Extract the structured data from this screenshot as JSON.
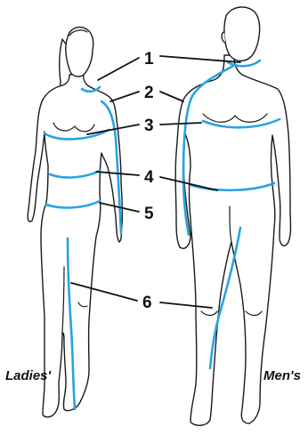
{
  "labels": {
    "ladies": "Ladies'",
    "mens": "Men's"
  },
  "callouts": [
    "1",
    "2",
    "3",
    "4",
    "5",
    "6"
  ],
  "colors": {
    "measurement": "#29a3e0",
    "outline": "#1a1a1a",
    "background": "#ffffff"
  }
}
